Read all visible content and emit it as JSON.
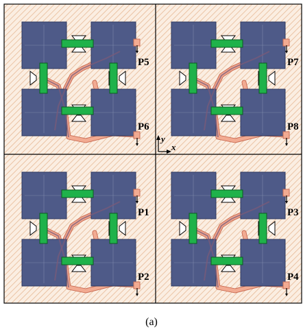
{
  "figure": {
    "caption": "(a)",
    "axes": {
      "x_label": "x",
      "y_label": "y"
    },
    "cells": [
      {
        "id": "top-left",
        "ports": [
          "P5",
          "P6"
        ]
      },
      {
        "id": "top-right",
        "ports": [
          "P7",
          "P8"
        ]
      },
      {
        "id": "bottom-left",
        "ports": [
          "P1",
          "P2"
        ]
      },
      {
        "id": "bottom-right",
        "ports": [
          "P3",
          "P4"
        ]
      }
    ]
  },
  "colors": {
    "substrate": "#fbeee2",
    "hatch": "#e7b995",
    "patch": "#4e5a88",
    "patch_stroke": "#2f3960",
    "patch_line": "#9aa3c2",
    "switch": "#1fb24a",
    "switch_stroke": "#0b5c20",
    "feed": "#f2ab92",
    "feed_stroke": "#c96d55",
    "grid": "#000000"
  }
}
